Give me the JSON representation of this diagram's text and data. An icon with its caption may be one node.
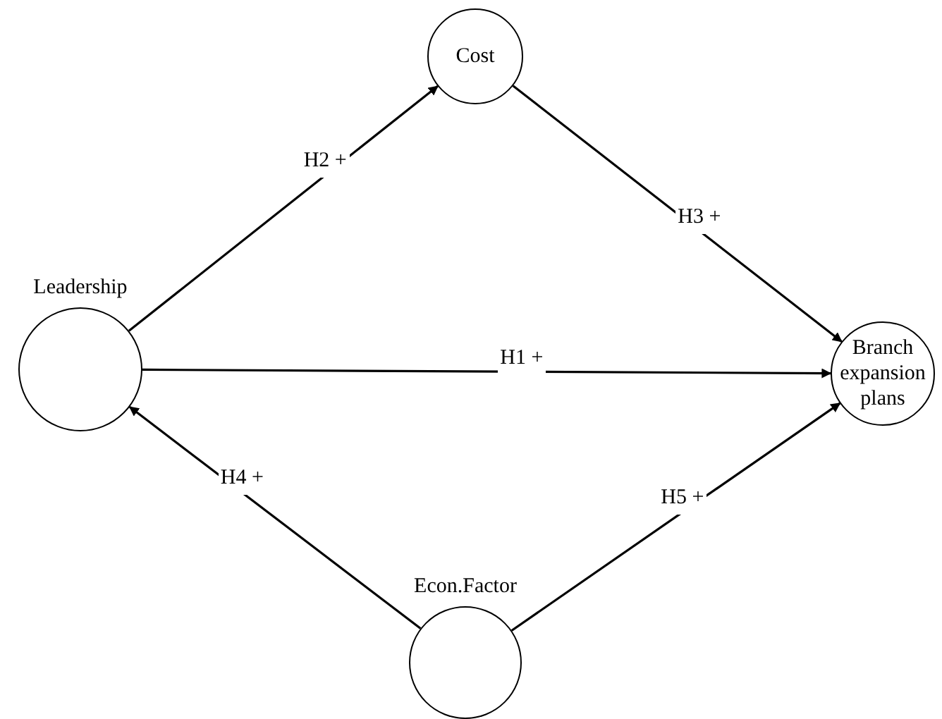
{
  "diagram": {
    "nodes": [
      {
        "text": [
          "Cost"
        ]
      },
      {
        "text": [
          "Leadership"
        ]
      },
      {
        "text": [
          "Branch expansion plans"
        ]
      },
      {
        "text": [
          "Econ.Factor"
        ]
      }
    ],
    "edges": [
      {
        "from": 1,
        "to": 0,
        "arrow": "to",
        "label": "H2 +"
      },
      {
        "from": 0,
        "to": 2,
        "arrow": "to",
        "label": "H3 +"
      },
      {
        "from": 1,
        "to": 2,
        "arrow": "to",
        "label": "H1 +"
      },
      {
        "from": 3,
        "to": 1,
        "arrow": "to",
        "label": "H4 +"
      },
      {
        "from": 3,
        "to": 2,
        "arrow": "to",
        "label": "H5 +"
      }
    ]
  }
}
